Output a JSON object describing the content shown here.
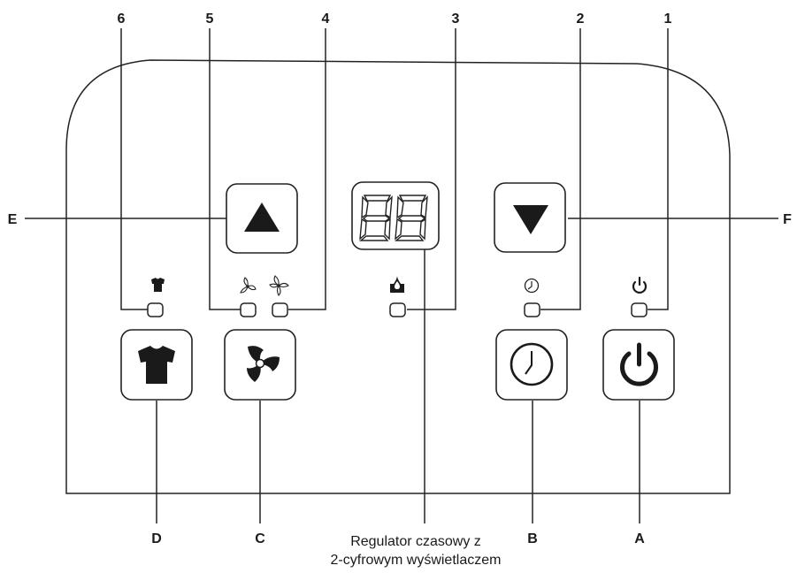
{
  "callouts": {
    "n1": "1",
    "n2": "2",
    "n3": "3",
    "n4": "4",
    "n5": "5",
    "n6": "6",
    "A": "A",
    "B": "B",
    "C": "C",
    "D": "D",
    "E": "E",
    "F": "F"
  },
  "caption": {
    "line1": "Regulator czasowy z",
    "line2": "2-cyfrowym wyświetlaczem"
  },
  "display": {
    "digits": "88"
  },
  "icons": {
    "up": "up-arrow-icon",
    "down": "down-arrow-icon",
    "shirt": "shirt-icon",
    "fan": "fan-icon",
    "timer": "clock-icon",
    "power": "power-icon",
    "fan_low": "fan-low-icon",
    "fan_high": "fan-high-icon",
    "water": "water-tank-icon"
  }
}
